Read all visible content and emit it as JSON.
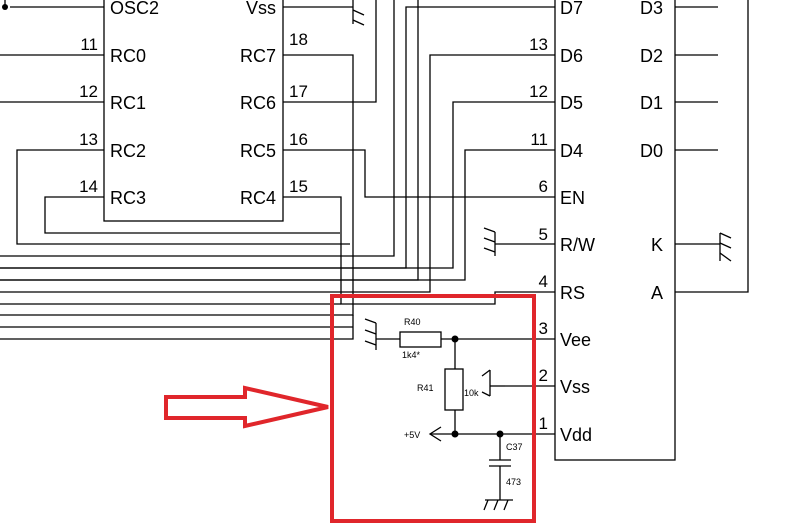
{
  "mcu": {
    "left_pins": [
      {
        "label": "OSC2",
        "num": ""
      },
      {
        "label": "RC0",
        "num": "11"
      },
      {
        "label": "RC1",
        "num": "12"
      },
      {
        "label": "RC2",
        "num": "13"
      },
      {
        "label": "RC3",
        "num": "14"
      }
    ],
    "right_pins": [
      {
        "label": "Vss",
        "num": ""
      },
      {
        "label": "RC7",
        "num": "18"
      },
      {
        "label": "RC6",
        "num": "17"
      },
      {
        "label": "RC5",
        "num": "16"
      },
      {
        "label": "RC4",
        "num": "15"
      }
    ]
  },
  "lcd": {
    "left_pins": [
      {
        "label": "D7",
        "num": ""
      },
      {
        "label": "D6",
        "num": "13"
      },
      {
        "label": "D5",
        "num": "12"
      },
      {
        "label": "D4",
        "num": "11"
      },
      {
        "label": "EN",
        "num": "6"
      },
      {
        "label": "R/W",
        "num": "5"
      },
      {
        "label": "RS",
        "num": "4"
      },
      {
        "label": "Vee",
        "num": "3"
      },
      {
        "label": "Vss",
        "num": "2"
      },
      {
        "label": "Vdd",
        "num": "1"
      }
    ],
    "right_pins": [
      {
        "label": "D3"
      },
      {
        "label": "D2"
      },
      {
        "label": "D1"
      },
      {
        "label": "D0"
      },
      {
        "label": "K"
      },
      {
        "label": "A"
      }
    ]
  },
  "components": {
    "r40": {
      "name": "R40",
      "value": "1k4*"
    },
    "r41": {
      "name": "R41",
      "value": "10k"
    },
    "c37": {
      "name": "C37",
      "value": "473"
    },
    "supply": "+5V"
  },
  "highlight": {
    "color": "#e0262b",
    "arrow": "right-arrow-outline"
  }
}
